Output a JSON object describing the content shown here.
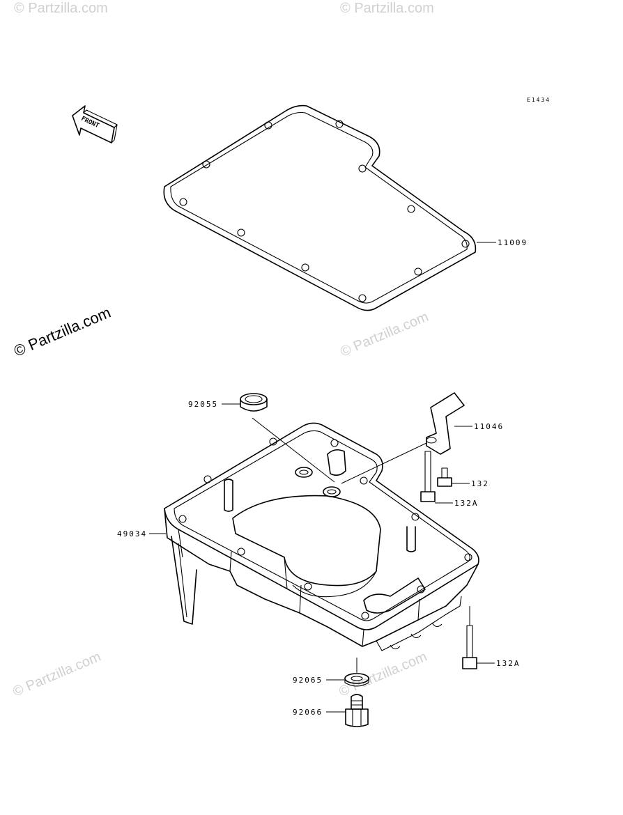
{
  "diagram_code": "E1434",
  "front_label": "FRONT",
  "watermark_text": "© Partzilla.com",
  "parts": {
    "gasket": "11009",
    "cap": "92055",
    "bracket": "11046",
    "bolt_short": "132",
    "bolt_a_upper": "132A",
    "oil_pan": "49034",
    "bolt_a_lower": "132A",
    "washer": "92065",
    "drain_plug": "92066"
  }
}
